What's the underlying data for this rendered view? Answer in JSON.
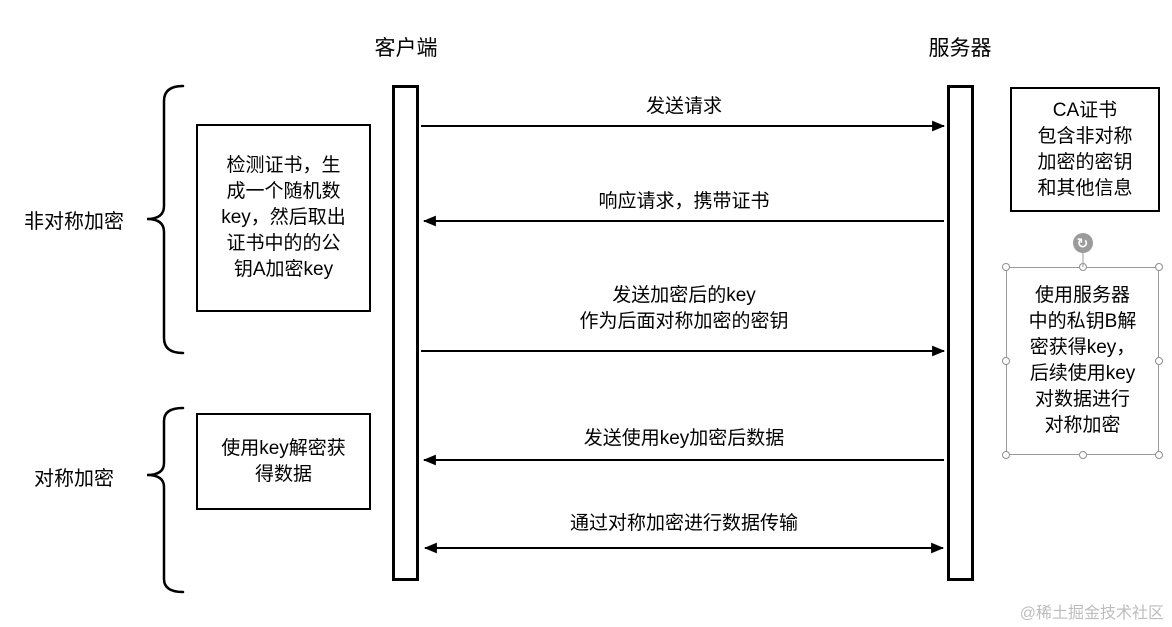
{
  "lifelines": {
    "client": "客户端",
    "server": "服务器"
  },
  "braces": {
    "asymmetric": "非对称加密",
    "symmetric": "对称加密"
  },
  "notes": {
    "client_top": "检测证书，生\n成一个随机数\nkey，然后取出\n证书中的的公\n钥A加密key",
    "client_bottom": "使用key解密获\n得数据",
    "server_top": "CA证书\n包含非对称\n加密的密钥\n和其他信息",
    "server_bottom": "使用服务器\n中的私钥B解\n密获得key，\n后续使用key\n对数据进行\n对称加密"
  },
  "messages": [
    {
      "label": "发送请求",
      "direction": "client-to-server"
    },
    {
      "label": "响应请求，携带证书",
      "direction": "server-to-client"
    },
    {
      "label": "发送加密后的key\n作为后面对称加密的密钥",
      "direction": "client-to-server"
    },
    {
      "label": "发送使用key加密后数据",
      "direction": "server-to-client"
    },
    {
      "label": "通过对称加密进行数据传输",
      "direction": "bidirectional"
    }
  ],
  "icons": {
    "rotate": "↻"
  },
  "colors": {
    "stroke": "#000000",
    "selection": "#9a9a9a",
    "watermark": "#bdbdbd"
  },
  "watermark": "@稀土掘金技术社区"
}
